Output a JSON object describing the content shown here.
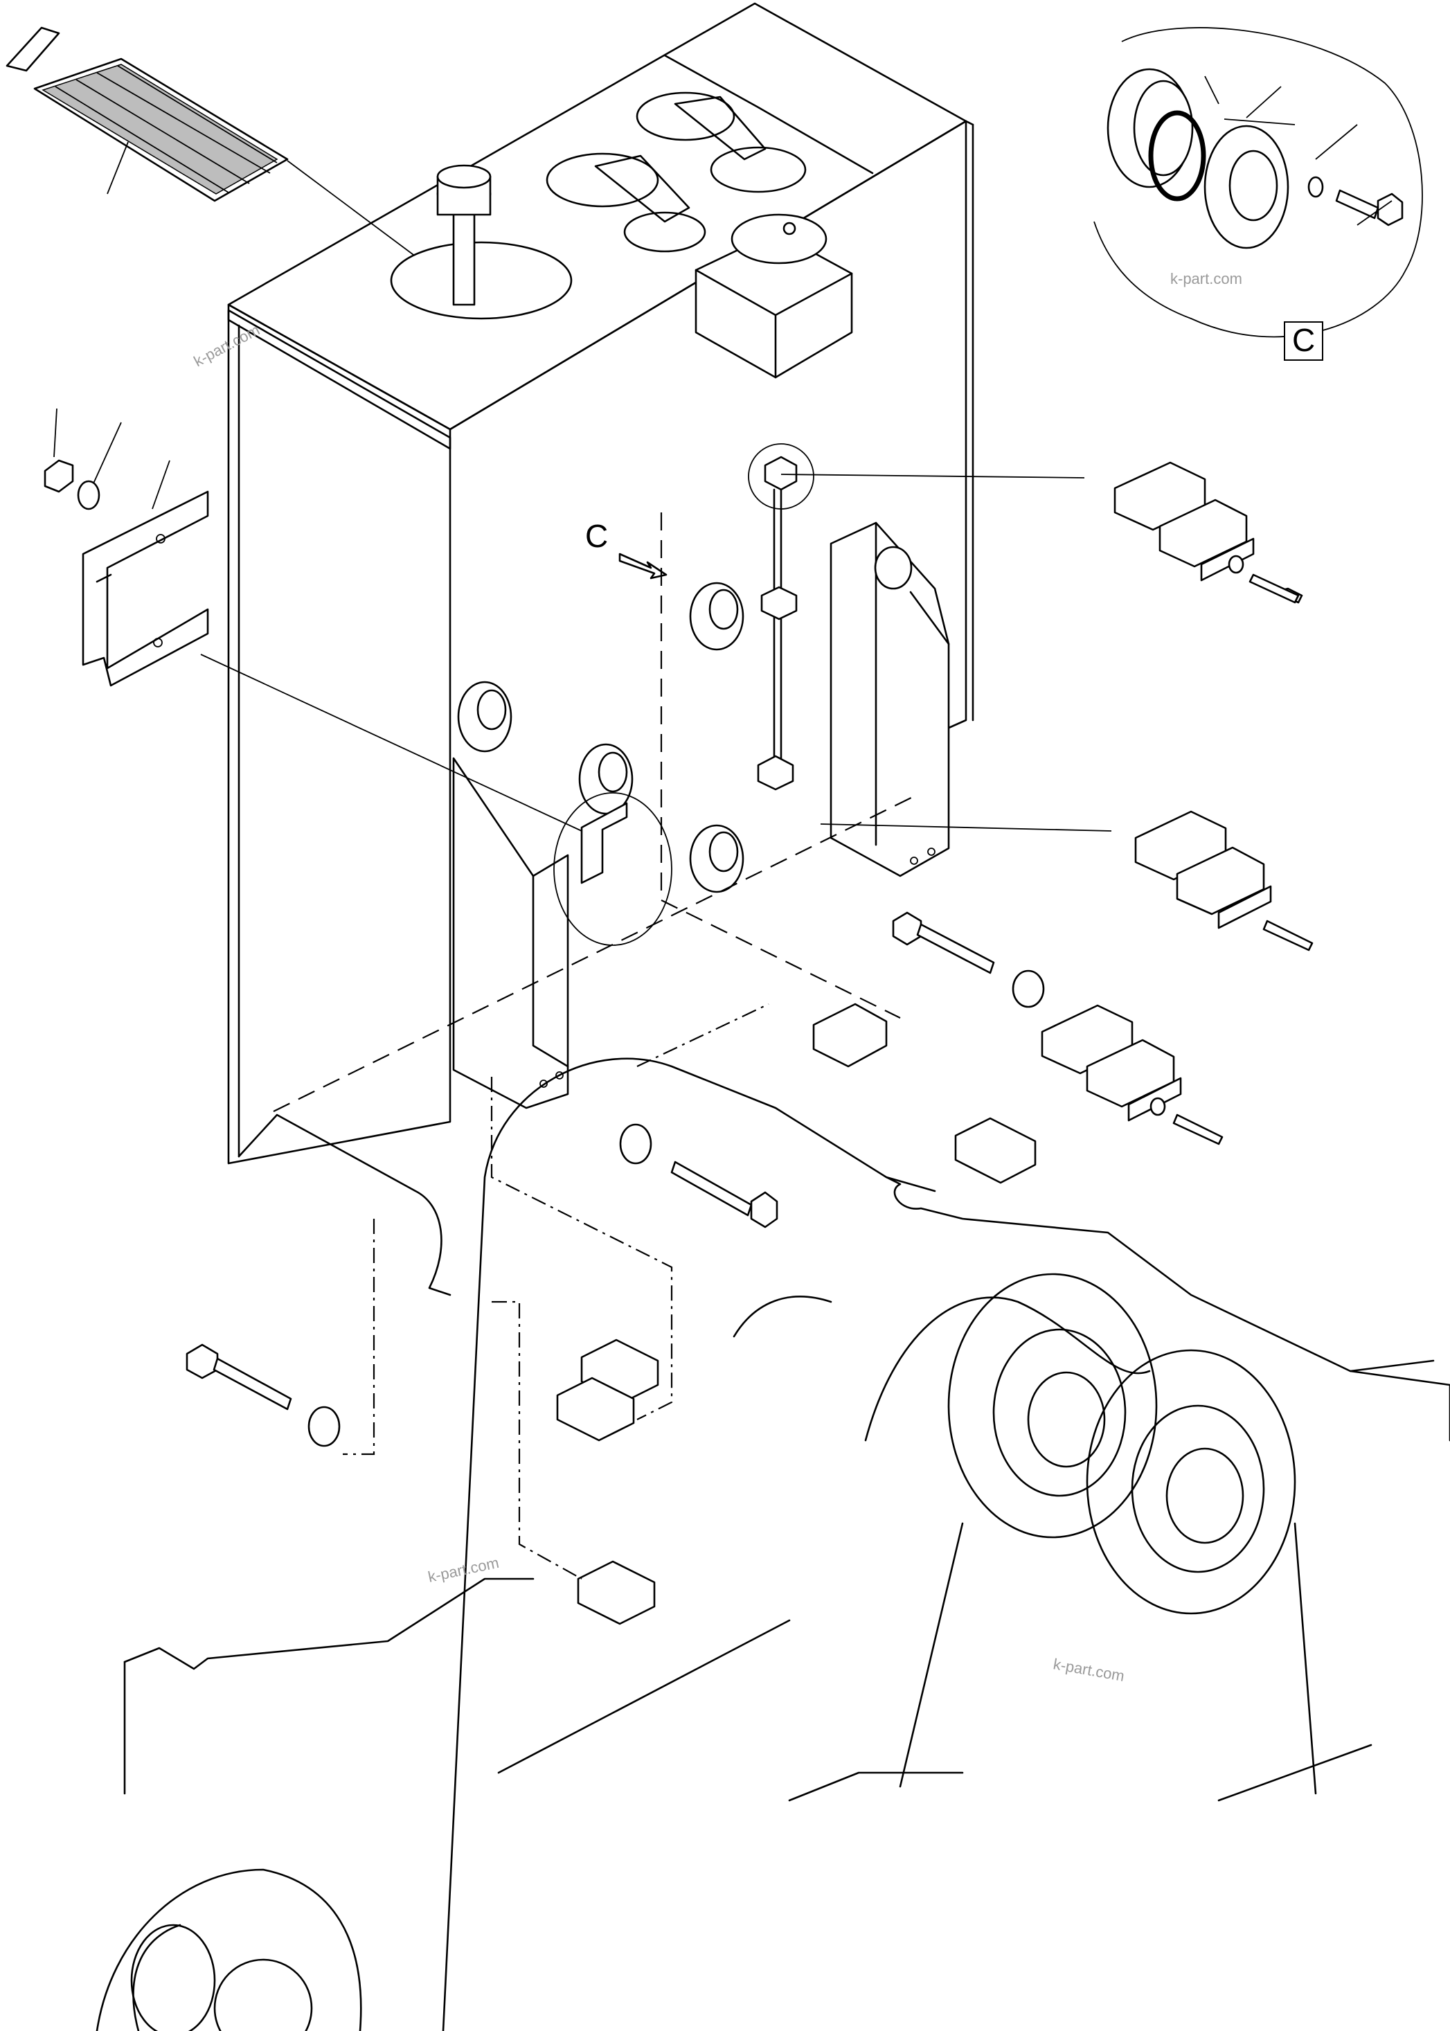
{
  "diagram": {
    "callout_letter": "C",
    "detail_box_letter": "C",
    "watermarks": [
      "k-part.com",
      "k-part.com",
      "k-part.com",
      "k-part.com"
    ]
  },
  "colors": {
    "line": "#000000",
    "background": "#ffffff",
    "watermark": "#9a9a9a"
  }
}
